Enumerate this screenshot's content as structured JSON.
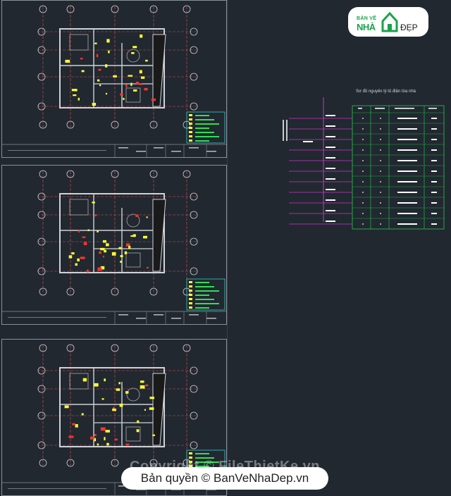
{
  "watermark": {
    "logo": {
      "top": "BẢN VẼ",
      "mid": "NHÀ",
      "end": "ĐẸP"
    },
    "copyright_ghost": "Copyright © FileThietKe.vn",
    "copyright": "Bản quyền © BanVeNhaDep.vn"
  },
  "diagram": {
    "title": "Sơ đồ nguyên lý tủ điện tòa nhà",
    "rows": 11
  },
  "sheets": [
    {
      "name": "floor-plan-1"
    },
    {
      "name": "floor-plan-2"
    },
    {
      "name": "floor-plan-3"
    }
  ],
  "colors": {
    "background": "#212830",
    "grid_line": "#e05050",
    "wall": "#cfd3d8",
    "annotation_yellow": "#ffff33",
    "annotation_red": "#ff3333",
    "legend_green": "#33dd55",
    "legend_cyan": "#33cccc",
    "diagram_magenta": "#cc33cc",
    "diagram_green": "#22aa44"
  }
}
